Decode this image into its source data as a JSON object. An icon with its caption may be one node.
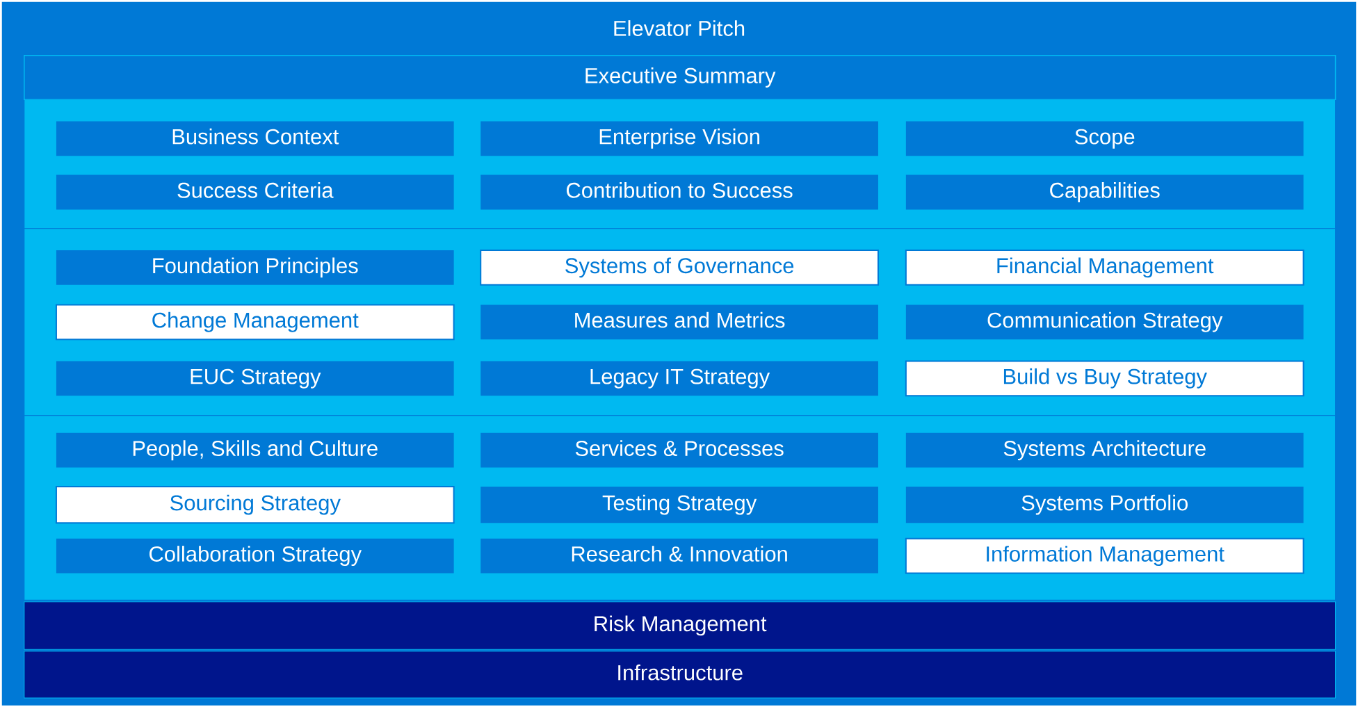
{
  "diagram": {
    "nodes": [
      {
        "text": [
          "Elevator Pitch"
        ]
      },
      {
        "text": [
          "Executive Summary"
        ],
        "in": 0
      },
      {
        "text": [],
        "shape": "box",
        "in": 0
      },
      {
        "text": [
          "Business Context"
        ],
        "in": 2
      },
      {
        "text": [
          "Enterprise Vision"
        ],
        "in": 2
      },
      {
        "text": [
          "Scope"
        ],
        "in": 2
      },
      {
        "text": [
          "Success Criteria"
        ],
        "in": 2
      },
      {
        "text": [
          "Contribution to Success"
        ],
        "in": 2
      },
      {
        "text": [
          "Capabilities"
        ],
        "in": 2
      },
      {
        "text": [],
        "shape": "box",
        "in": 0
      },
      {
        "text": [
          "Foundation Principles"
        ],
        "in": 9
      },
      {
        "text": [
          "Systems of Governance"
        ],
        "in": 9
      },
      {
        "text": [
          "Financial Management"
        ],
        "in": 9
      },
      {
        "text": [
          "Change Management"
        ],
        "in": 9
      },
      {
        "text": [
          "Measures and Metrics"
        ],
        "in": 9
      },
      {
        "text": [
          "Communication Strategy"
        ],
        "in": 9
      },
      {
        "text": [
          "EUC Strategy"
        ],
        "in": 9
      },
      {
        "text": [
          "Legacy IT Strategy"
        ],
        "in": 9
      },
      {
        "text": [
          "Build vs Buy Strategy"
        ],
        "in": 9
      },
      {
        "text": [],
        "shape": "box",
        "in": 0
      },
      {
        "text": [
          "People, Skills and Culture"
        ],
        "in": 19
      },
      {
        "text": [
          "Services & Processes"
        ],
        "in": 19
      },
      {
        "text": [
          "Systems Architecture"
        ],
        "in": 19
      },
      {
        "text": [
          "Sourcing Strategy"
        ],
        "in": 19
      },
      {
        "text": [
          "Testing Strategy"
        ],
        "in": 19
      },
      {
        "text": [
          "Systems Portfolio"
        ],
        "in": 19
      },
      {
        "text": [
          "Collaboration Strategy"
        ],
        "in": 19
      },
      {
        "text": [
          "Research & Innovation"
        ],
        "in": 19
      },
      {
        "text": [
          "Information Management"
        ],
        "in": 19
      },
      {
        "text": [
          "Risk Management"
        ],
        "in": 0
      },
      {
        "text": [
          "Infrastructure"
        ],
        "in": 0
      }
    ]
  }
}
